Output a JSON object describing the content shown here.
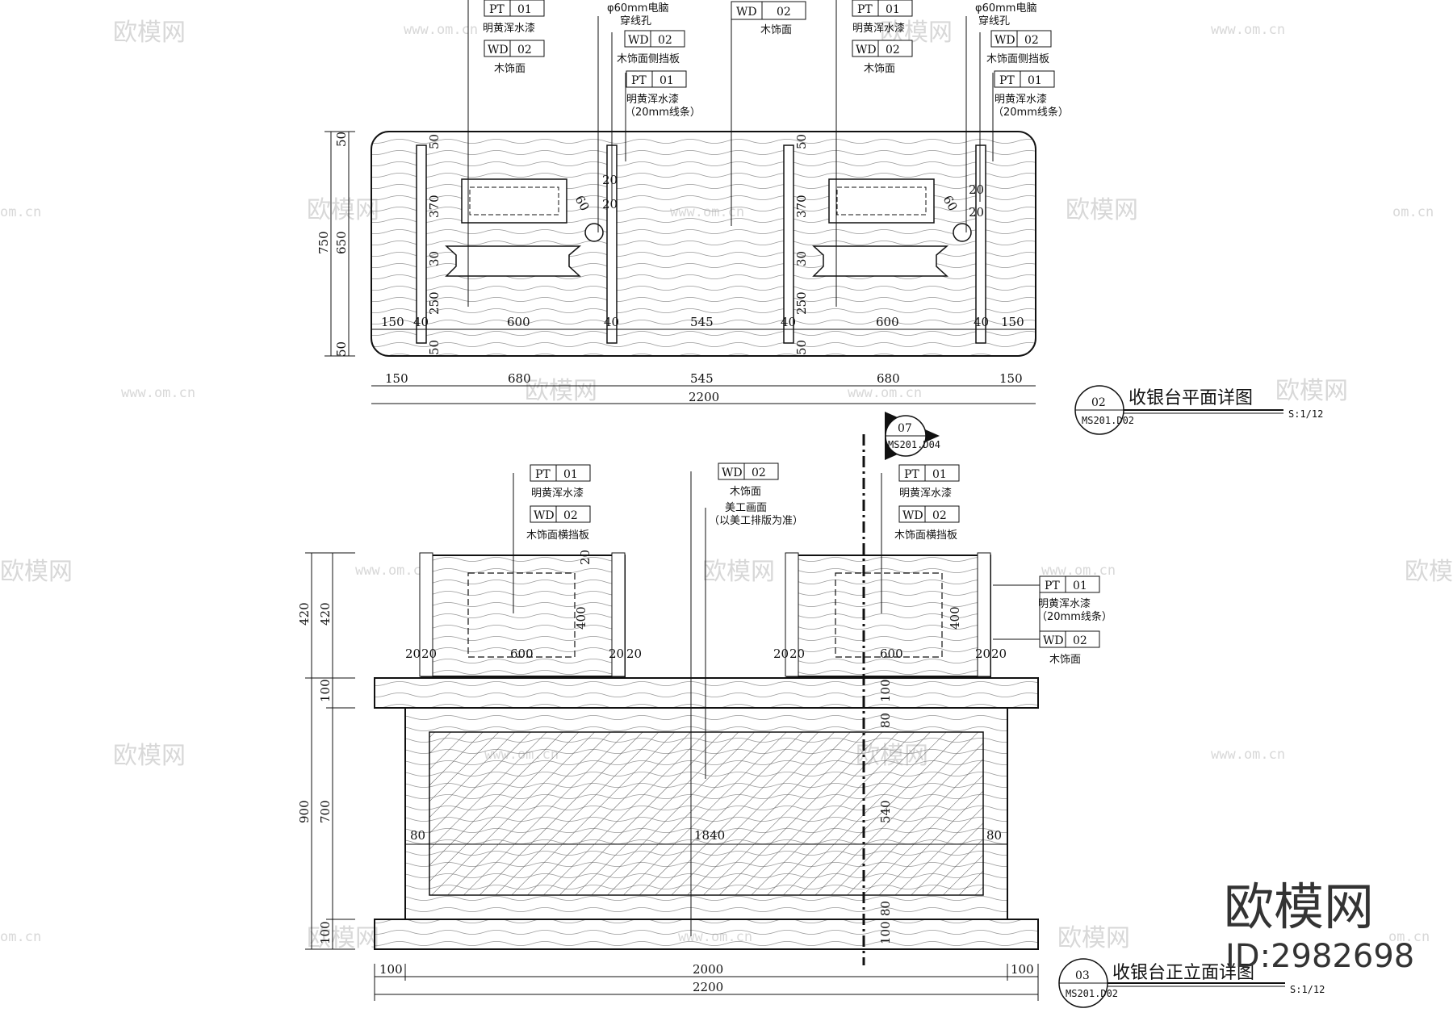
{
  "plan": {
    "title": "收银台平面详图",
    "ref_no": "02",
    "ref_sheet": "MS201.D02",
    "scale": "S:1/12",
    "dims_top_row": [
      "150",
      "40",
      "600",
      "40",
      "545",
      "40",
      "600",
      "40",
      "150"
    ],
    "dims_bottom_row": [
      "150",
      "680",
      "545",
      "680",
      "150"
    ],
    "total_width": "2200",
    "left_dims": [
      "50",
      "650",
      "50"
    ],
    "overall_depth": "750",
    "inner_dims": [
      "370",
      "30",
      "250"
    ],
    "small_dims": [
      "20",
      "20"
    ],
    "hole_dim": "60"
  },
  "elevation": {
    "title": "收银台正立面详图",
    "ref_no": "03",
    "ref_sheet": "MS201.D02",
    "scale": "S:1/12",
    "section_ref_no": "07",
    "section_ref_sheet": "MS201.D04",
    "left_dims": [
      "420",
      "100",
      "700",
      "100"
    ],
    "outer_left": [
      "420",
      "900"
    ],
    "bottom_dims": [
      "100",
      "2000",
      "100"
    ],
    "total_width": "2200",
    "screen_dims": [
      "20",
      "20",
      "600",
      "400",
      "20",
      "20"
    ],
    "mid_dims": [
      "80",
      "1840",
      "80"
    ],
    "right_section_dims": [
      "100",
      "80",
      "540",
      "80",
      "100"
    ]
  },
  "labels": {
    "pt01": "PT",
    "pt01_no": "01",
    "wd02": "WD",
    "wd02_no": "02",
    "pt_desc": "明黄浑水漆",
    "pt_desc_line": "（20mm线条）",
    "wd_desc": "木饰面",
    "wd_side": "木饰面侧挡板",
    "wd_cross": "木饰面横挡板",
    "hole1": "φ60mm电脑",
    "hole2": "穿线孔",
    "art1": "美工画面",
    "art2": "（以美工排版为准）"
  },
  "watermark": {
    "brand": "欧模网",
    "url": "www.om.cn",
    "url_short": "om.cn",
    "id": "ID:2982698"
  }
}
